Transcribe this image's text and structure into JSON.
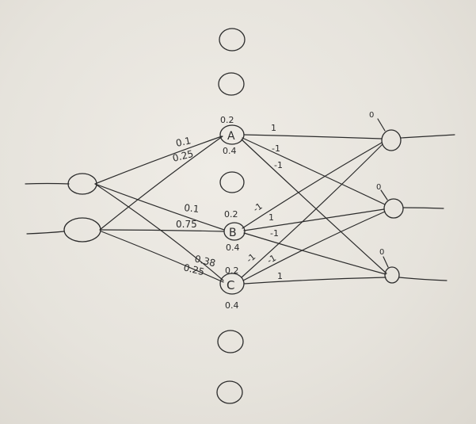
{
  "diagram": {
    "hidden_nodes": {
      "A": {
        "letter": "A",
        "top": "0.2",
        "bottom": "0.4"
      },
      "B": {
        "letter": "B",
        "top": "0.2",
        "bottom": "0.4"
      },
      "C": {
        "letter": "C",
        "top": "0.2",
        "bottom": "0.4"
      }
    },
    "input_weights": {
      "to_A_1": "0.1",
      "to_A_2": "0.25",
      "to_B_1": "0.1",
      "to_B_2": "0.75",
      "to_C_1": "0.38",
      "to_C_2": "0.25"
    },
    "output_weights": {
      "A_1": "1",
      "A_2": "-1",
      "A_3": "-1",
      "B_1": "-1",
      "B_2": "1",
      "B_3": "-1",
      "C_1": "-1",
      "C_2": "-1",
      "C_3": "1"
    },
    "output_biases": {
      "o1": "0",
      "o2": "0",
      "o3": "0"
    }
  }
}
